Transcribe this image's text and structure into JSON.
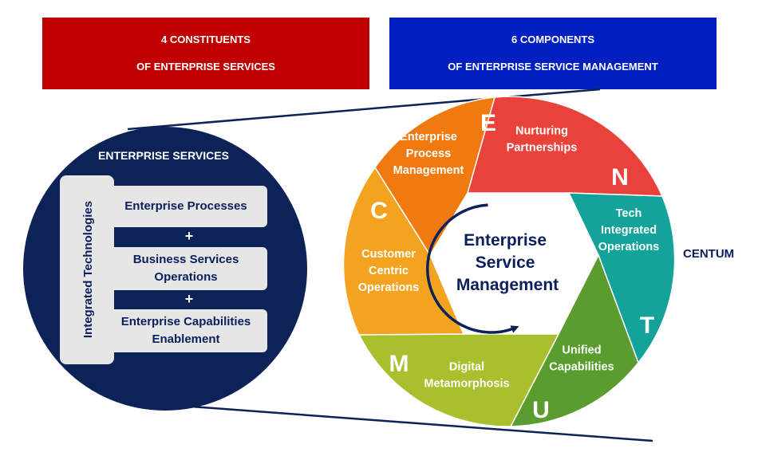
{
  "headers": {
    "left": {
      "line1": "4 CONSTITUENTS",
      "line2": "OF ENTERPRISE SERVICES",
      "color": "#c00000"
    },
    "right": {
      "line1": "6 COMPONENTS",
      "line2": "OF ENTERPRISE SERVICE MANAGEMENT",
      "color": "#0020c0"
    }
  },
  "enterprise_services": {
    "title": "ENTERPRISE SERVICES",
    "side_label": "Integrated Technologies",
    "boxes": [
      [
        "Enterprise Processes"
      ],
      [
        "Business Services",
        "Operations"
      ],
      [
        "Enterprise Capabilities",
        "Enablement"
      ]
    ],
    "plus": "+",
    "circle_color": "#0d2357"
  },
  "esm": {
    "center": [
      "Enterprise",
      "Service",
      "Management"
    ],
    "acronym_label": "CENTUM",
    "segments": [
      {
        "letter": "E",
        "label": [
          "Enterprise",
          "Process",
          "Management"
        ],
        "color": "#e8423a"
      },
      {
        "letter": "N",
        "label": [
          "Nurturing",
          "Partnerships"
        ],
        "color": "#14a39a"
      },
      {
        "letter": "T",
        "label": [
          "Tech",
          "Integrated",
          "Operations"
        ],
        "color": "#5a9c2e"
      },
      {
        "letter": "U",
        "label": [
          "Unified",
          "Capabilities"
        ],
        "color": "#a9bf2e"
      },
      {
        "letter": "M",
        "label": [
          "Digital",
          "Metamorphosis"
        ],
        "color": "#f3a31f"
      },
      {
        "letter": "C",
        "label": [
          "Customer",
          "Centric",
          "Operations"
        ],
        "color": "#f07a10"
      }
    ]
  }
}
